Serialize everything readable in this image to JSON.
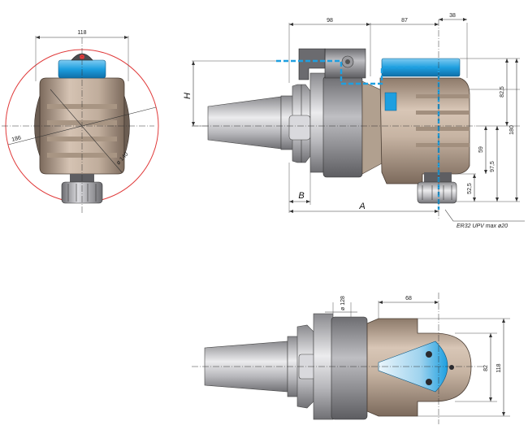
{
  "drawing": {
    "front_view": {
      "dim_width": "118",
      "dim_outer_diameter": "186",
      "dim_body_diameter": "ø 140"
    },
    "side_view": {
      "dim_top_1": "98",
      "dim_top_2": "87",
      "dim_top_3": "38",
      "dim_h_label": "H",
      "dim_b_label": "B",
      "dim_a_label": "A",
      "dim_right_1": "82,5",
      "dim_right_2": "180",
      "dim_right_3": "59",
      "dim_right_4": "97,5",
      "dim_right_5": "52,5",
      "collet_note": "ER32 UPV max ø20"
    },
    "top_view": {
      "dim_flange_diameter": "ø 128",
      "dim_offset": "68",
      "dim_height_1": "82",
      "dim_height_2": "118"
    }
  },
  "colors": {
    "body": "#c5b1a0",
    "body_dark": "#8d7a6a",
    "steel": "#b8b8bc",
    "flange": "#8a8a8e",
    "accent_blue": "#1e9fe0",
    "guide_red": "#e03a3a"
  }
}
